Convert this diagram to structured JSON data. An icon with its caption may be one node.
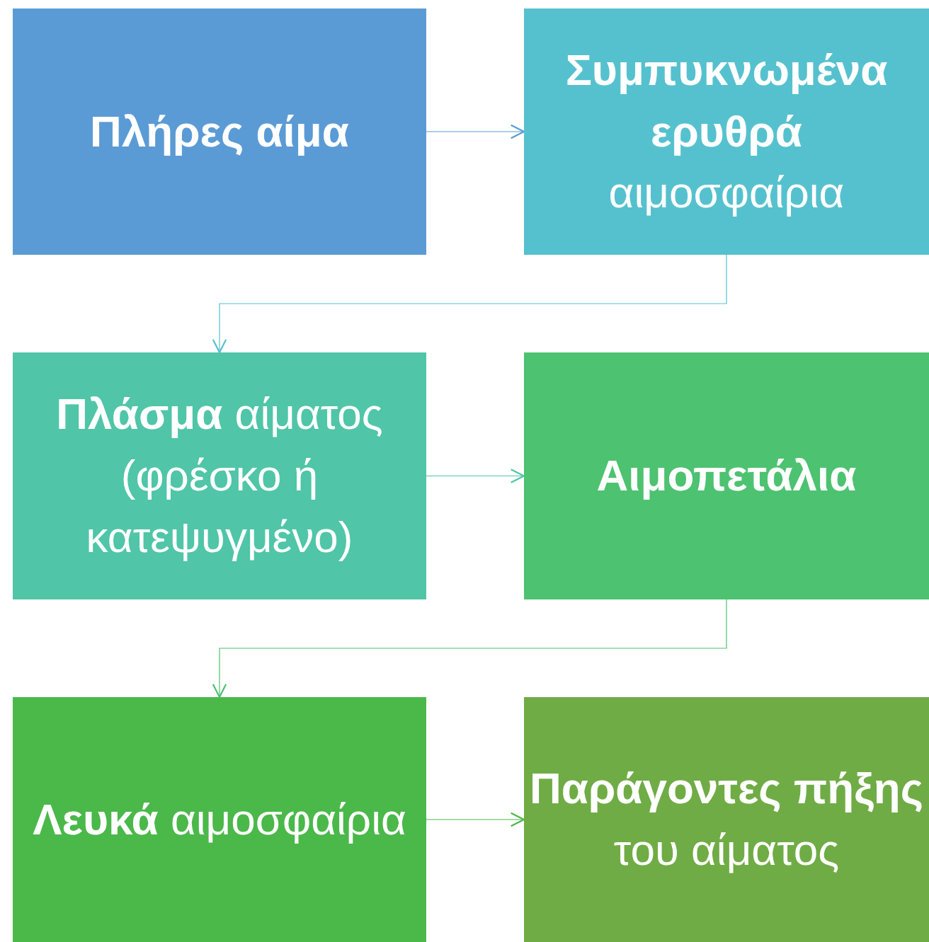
{
  "diagram": {
    "nodes": [
      {
        "text": [
          "Πλήρες αίμα"
        ]
      },
      {
        "text": [
          "**Συμπυκνωμένα ερυθρά** αιμοσφαίρια"
        ]
      },
      {
        "text": [
          "**Πλάσμα** αίματος (φρέσκο ή κατεψυγμένο)"
        ]
      },
      {
        "text": [
          "Αιμοπετάλια"
        ]
      },
      {
        "text": [
          "**Λευκά** αιμοσφαίρια"
        ]
      },
      {
        "text": [
          "**Παράγοντες πήξης** του αίματος"
        ]
      }
    ],
    "edges": [
      {
        "from": 0,
        "to": 1,
        "arrow": "to",
        "color": "#5b9bd5"
      },
      {
        "from": 1,
        "to": 2,
        "arrow": "to",
        "color": "#56c1ce"
      },
      {
        "from": 2,
        "to": 3,
        "arrow": "to",
        "color": "#50c5a8"
      },
      {
        "from": 3,
        "to": 4,
        "arrow": "to",
        "color": "#4dc270"
      },
      {
        "from": 4,
        "to": 5,
        "arrow": "to",
        "color": "#4bb84a"
      }
    ]
  }
}
